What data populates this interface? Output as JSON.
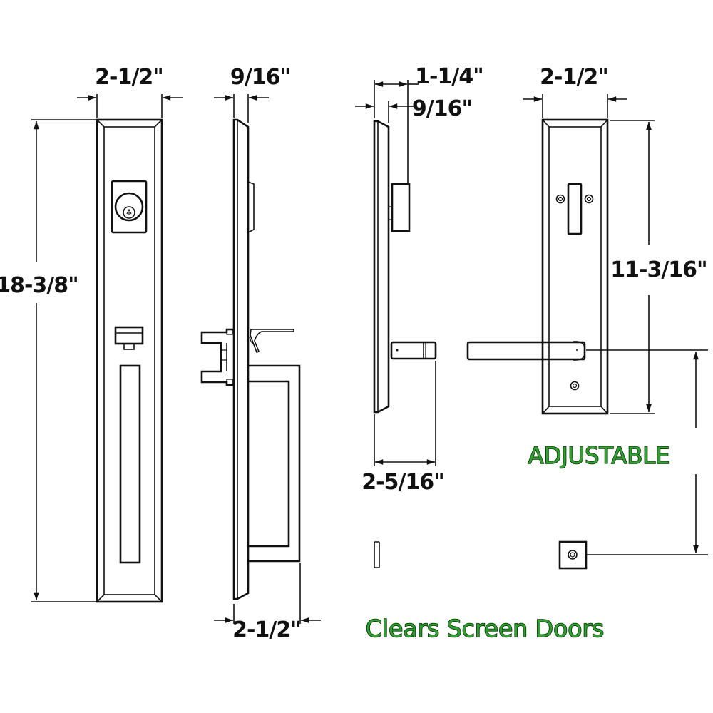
{
  "diagram": {
    "subject": "Handleset dimension drawing",
    "views": {
      "front_exterior": {
        "width_label": "2-1/2\"",
        "height_label": "18-3/8\""
      },
      "side_exterior": {
        "thickness_label": "9/16\"",
        "projection_label": "2-1/2\""
      },
      "side_interior": {
        "projection_top_label": "1-1/4\"",
        "thickness_label": "9/16\"",
        "lever_projection_label": "2-5/16\""
      },
      "front_interior": {
        "width_label": "2-1/2\"",
        "height_label": "11-3/16\""
      }
    },
    "annotations": {
      "adjustable": "ADJUSTABLE",
      "clears_screen_doors": "Clears Screen Doors"
    },
    "colors": {
      "line": "#111111",
      "annotation_fill": "#2ea12e",
      "annotation_outline": "#0b2a0b",
      "background": "#ffffff"
    }
  }
}
